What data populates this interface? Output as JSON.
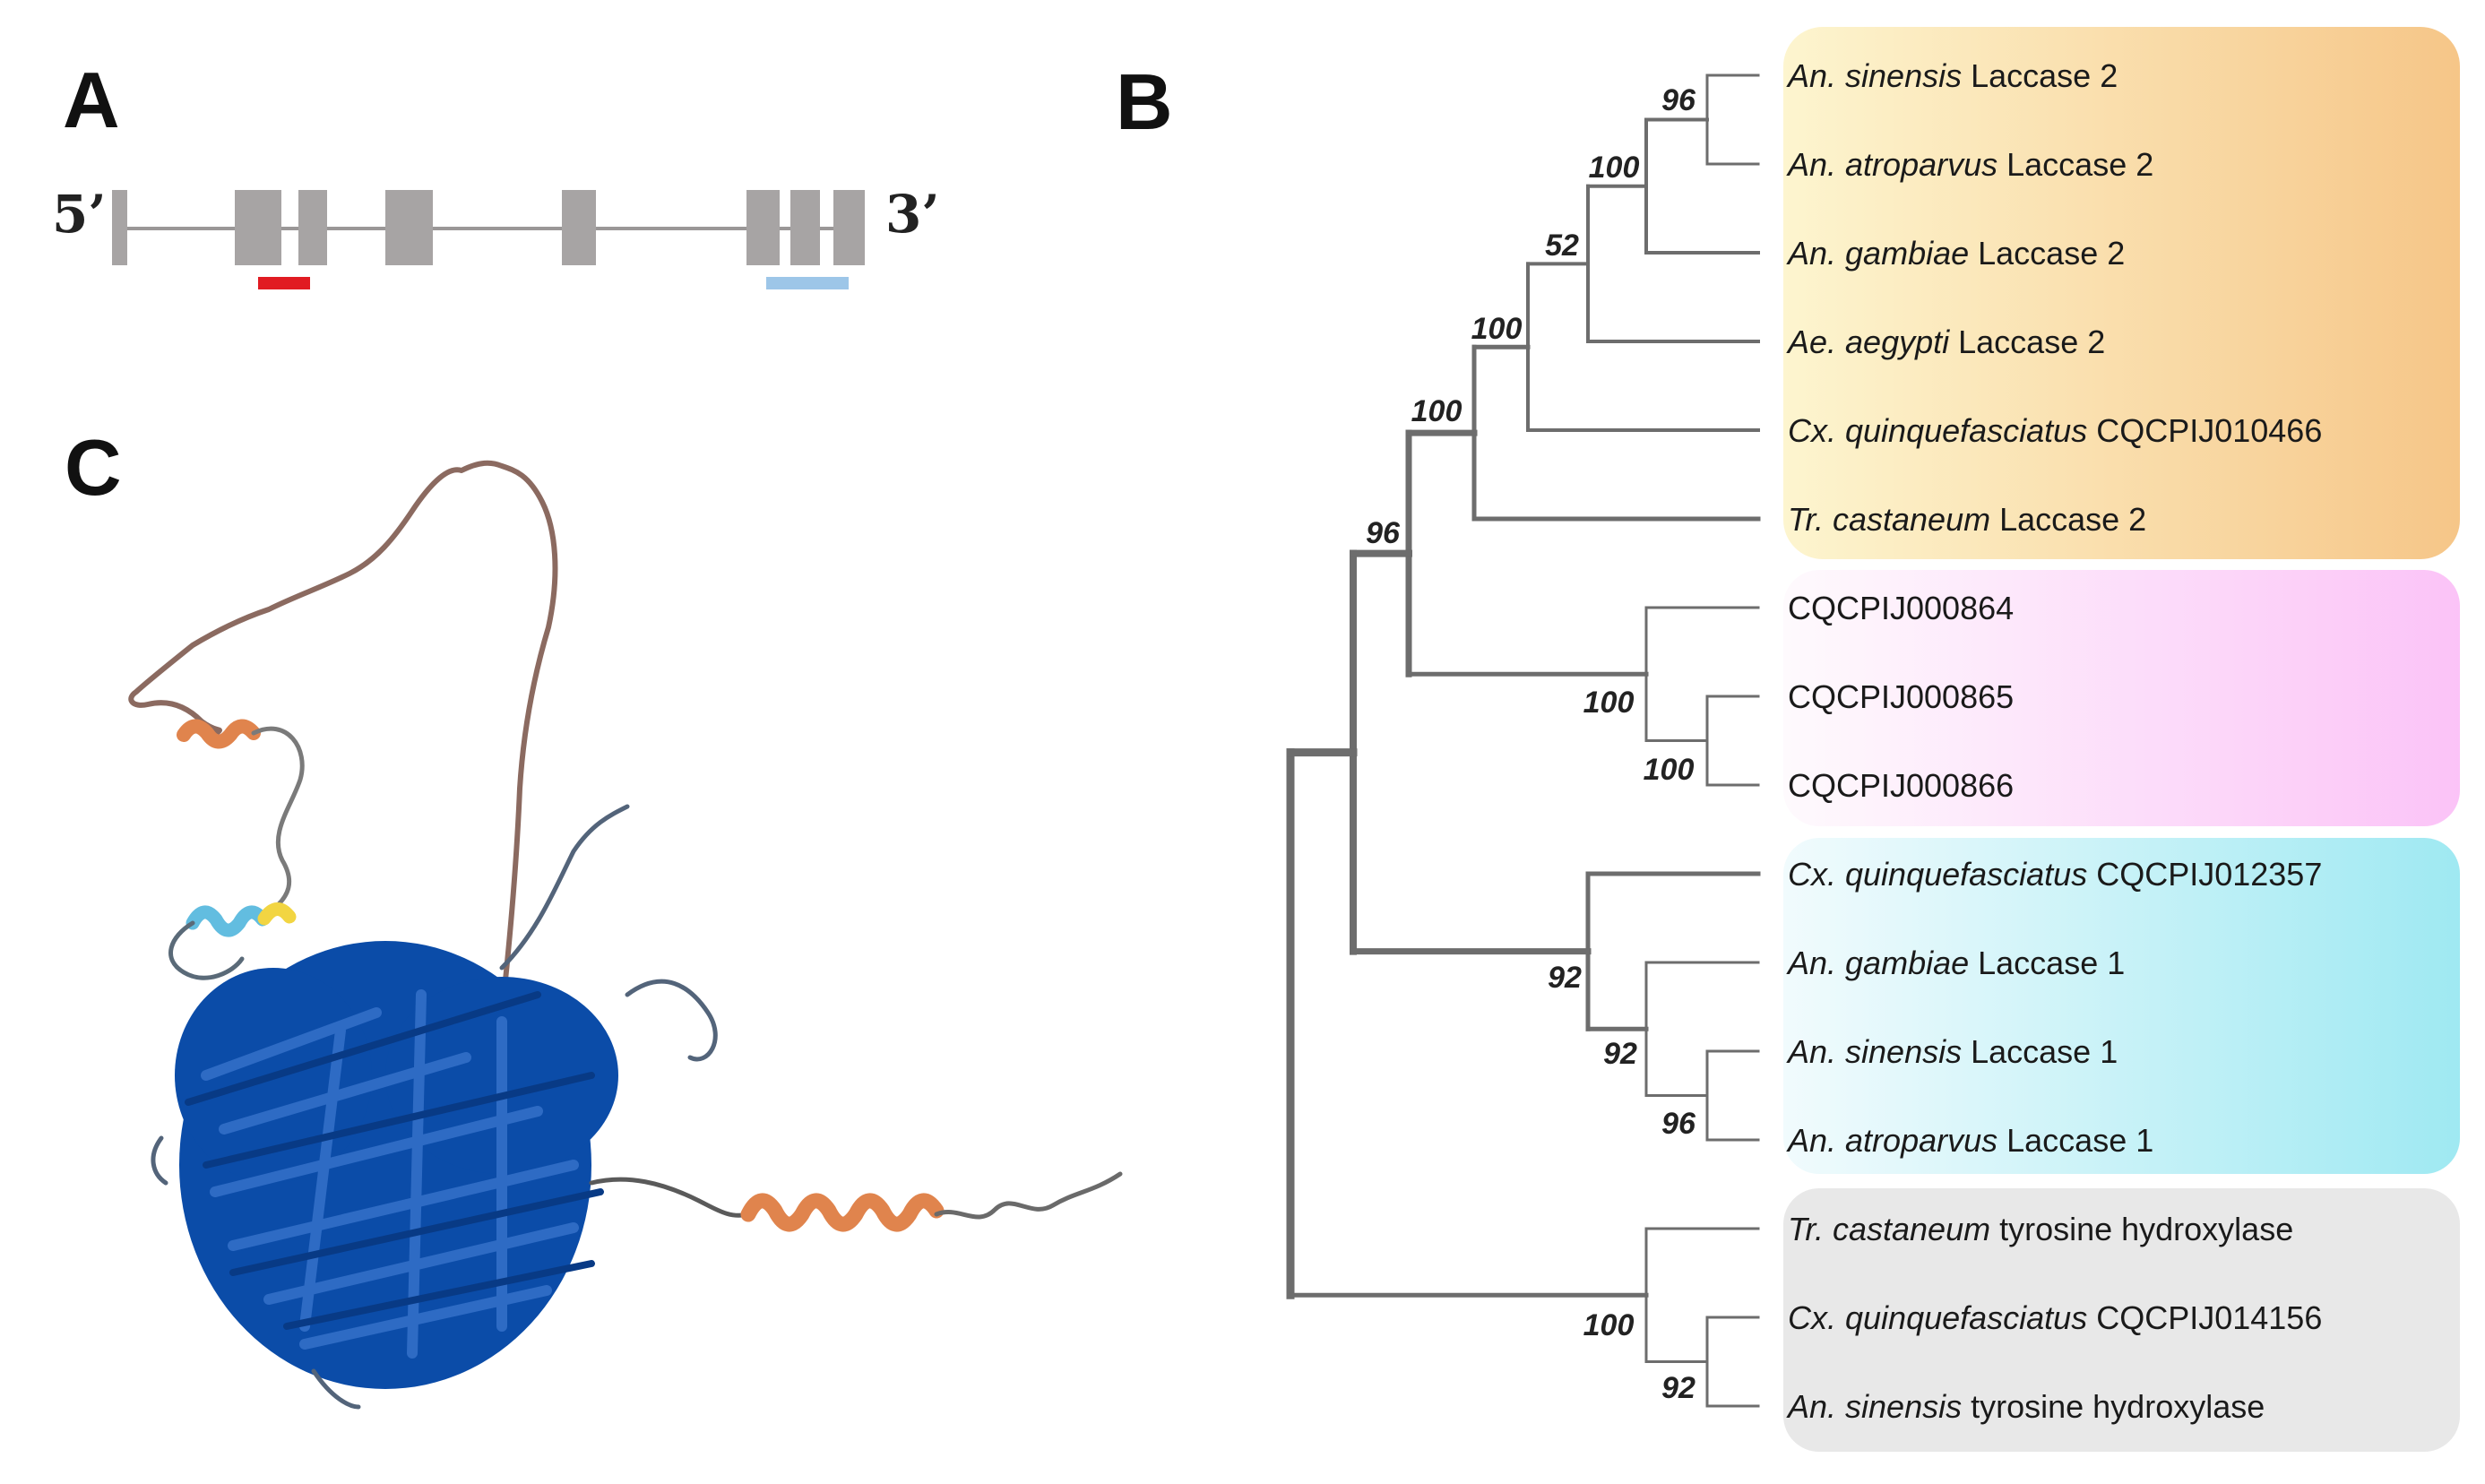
{
  "panels": {
    "a": "A",
    "b": "B",
    "c": "C"
  },
  "gene_model": {
    "five_prime": "5’",
    "three_prime": "3’",
    "exon_color": "#a7a4a4",
    "marker_colors": [
      "#e11b22",
      "#9dc6e8"
    ]
  },
  "tree": {
    "tips": [
      {
        "species": "An. sinensis",
        "label": "Laccase 2"
      },
      {
        "species": "An. atroparvus",
        "label": "Laccase 2"
      },
      {
        "species": "An. gambiae",
        "label": "Laccase 2"
      },
      {
        "species": "Ae. aegypti",
        "label": "Laccase 2"
      },
      {
        "species": "Cx. quinquefasciatus",
        "label": "CQCPIJ010466"
      },
      {
        "species": "Tr. castaneum",
        "label": "Laccase 2"
      },
      {
        "species": "",
        "label": "CQCPIJ000864"
      },
      {
        "species": "",
        "label": "CQCPIJ000865"
      },
      {
        "species": "",
        "label": "CQCPIJ000866"
      },
      {
        "species": "Cx. quinquefasciatus",
        "label": "CQCPIJ012357"
      },
      {
        "species": "An. gambiae",
        "label": "Laccase 1"
      },
      {
        "species": "An. sinensis",
        "label": "Laccase 1"
      },
      {
        "species": "An. atroparvus",
        "label": "Laccase 1"
      },
      {
        "species": "Tr. castaneum",
        "label": "tyrosine hydroxylase"
      },
      {
        "species": "Cx. quinquefasciatus",
        "label": "CQCPIJ014156"
      },
      {
        "species": "An. sinensis",
        "label": "tyrosine hydroxylase"
      }
    ],
    "bootstraps": [
      "96",
      "100",
      "52",
      "100",
      "100",
      "96",
      "100",
      "100",
      "92",
      "92",
      "96",
      "100",
      "92"
    ],
    "clade_colors": {
      "laccase2": [
        "#fdf5cf",
        "#f6c688"
      ],
      "cqcpij": [
        "#fdf6fa",
        "#fbc3f7"
      ],
      "laccase1": [
        "#ecfafc",
        "#9fe9f2"
      ],
      "tyrosine": [
        "#e8e8e8",
        "#e8e8e8"
      ]
    },
    "branch_color": "#6d6d6d"
  },
  "protein_structure": {
    "colors": {
      "very_high": "#0b4ca8",
      "confident": "#62bde0",
      "low": "#f2d542",
      "very_low": "#e0844d"
    }
  }
}
